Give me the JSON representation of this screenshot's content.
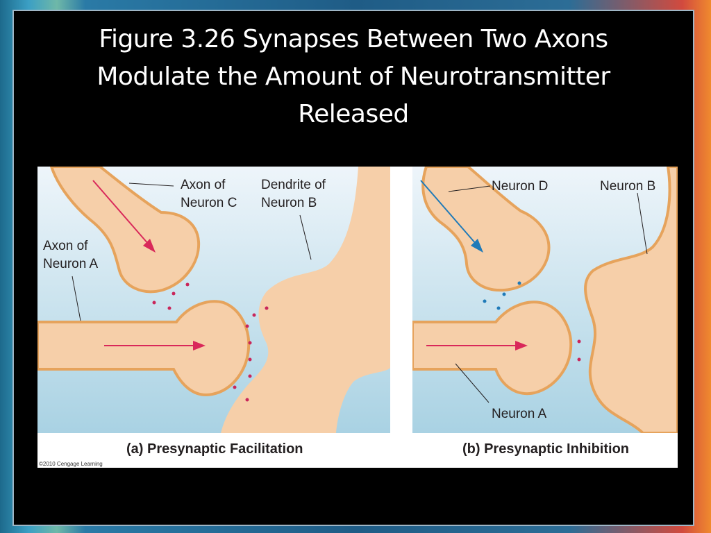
{
  "title": {
    "line1": "Figure 3.26 Synapses Between Two Axons",
    "line2": "Modulate the Amount of Neurotransmitter",
    "line3": "Released"
  },
  "panel_a": {
    "label_axon_c_1": "Axon of",
    "label_axon_c_2": "Neuron C",
    "label_dendrite_1": "Dendrite of",
    "label_dendrite_2": "Neuron B",
    "label_axon_a_1": "Axon of",
    "label_axon_a_2": "Neuron A",
    "caption": "(a) Presynaptic Facilitation"
  },
  "panel_b": {
    "label_neuron_d": "Neuron D",
    "label_neuron_b": "Neuron B",
    "label_neuron_a": "Neuron A",
    "caption": "(b) Presynaptic Inhibition"
  },
  "copyright": "©2010 Cengage Learning",
  "colors": {
    "neuron_fill": "#f6cfa9",
    "neuron_outline": "#e6a35c",
    "facilitation_arrow": "#d9285a",
    "inhibition_arrow": "#1f7ab8",
    "vesicle_red": "#c9265a",
    "vesicle_blue": "#1f7ab8"
  }
}
